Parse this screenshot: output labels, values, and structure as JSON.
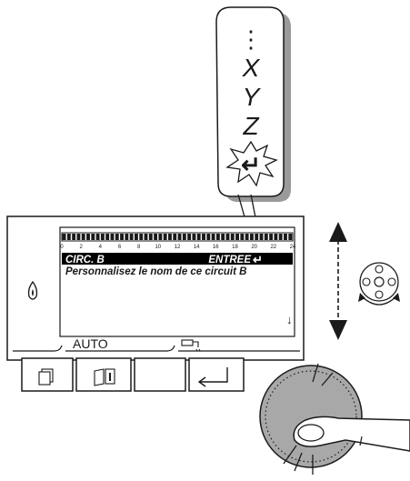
{
  "callout": {
    "ellipsis": "⋮",
    "letters": [
      "X",
      "Y",
      "Z"
    ],
    "enter_symbol": "↵"
  },
  "timeline": {
    "hour_labels": [
      "0",
      "2",
      "4",
      "6",
      "8",
      "10",
      "12",
      "14",
      "16",
      "18",
      "20",
      "22",
      "24"
    ]
  },
  "display": {
    "selected_row": {
      "left": "CIRC. B",
      "right": "ENTREE",
      "enter_symbol": "↵"
    },
    "message": "Personnalisez le nom de ce circuit B",
    "scroll_arrow": "↓",
    "flame_icon": "flame-icon"
  },
  "softkeys": {
    "mode_label": "AUTO",
    "mode_icon": "copy-icon",
    "info_icon": "info-book-icon",
    "tap_icon": "tap-icon",
    "return_icon": "return-arrow-icon"
  },
  "colors": {
    "line": "#1a1a1a",
    "selected_row_bg": "#000000",
    "knob_fill": "#a8a8a8",
    "bubble_shadow": "#9a9a9a"
  }
}
